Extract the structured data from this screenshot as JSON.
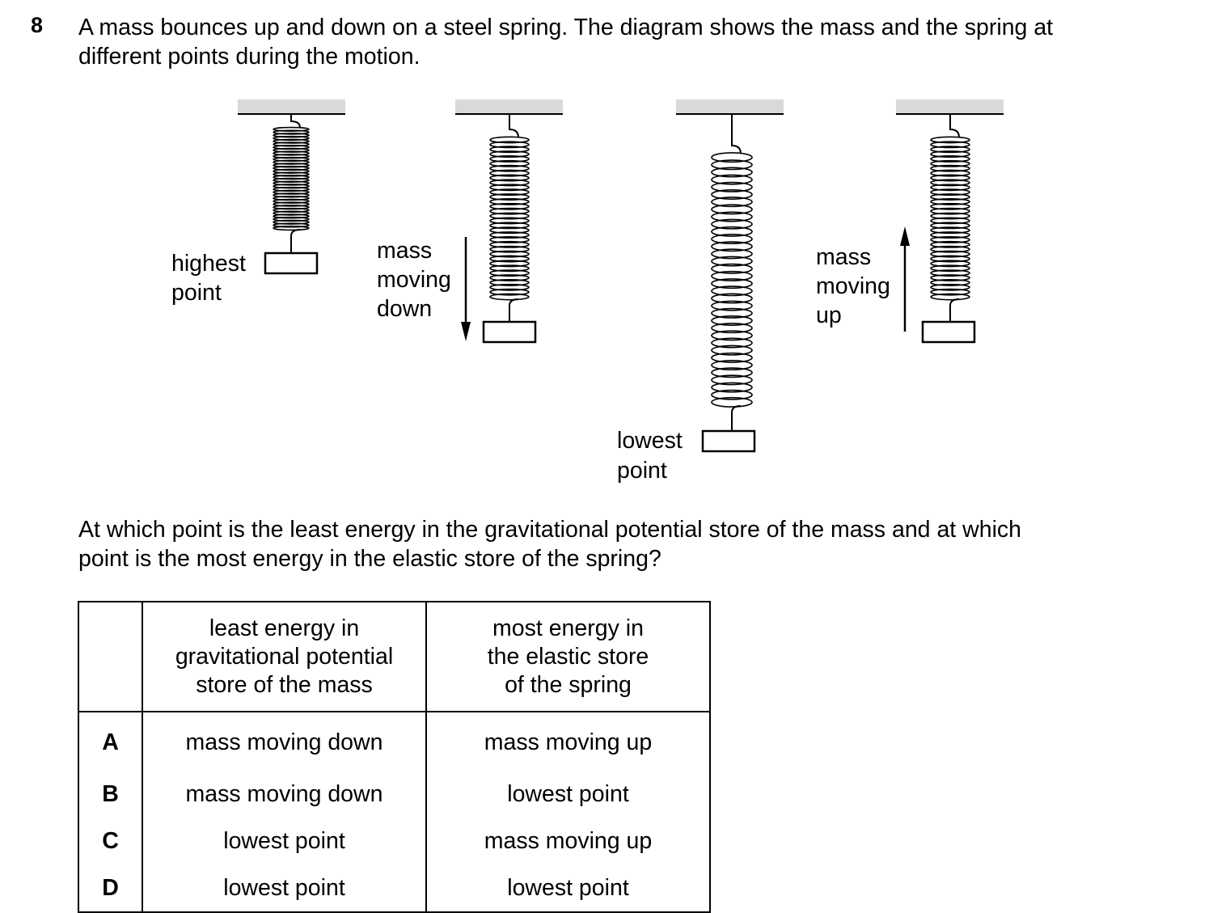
{
  "question": {
    "number": "8",
    "stem_line1": "A mass bounces up and down on a steel spring. The diagram shows the mass and the spring at",
    "stem_line2": "different points during the motion.",
    "prompt_line1": "At which point is the least energy in the gravitational potential store of the mass and at which",
    "prompt_line2": "point is the most energy in the elastic store of the spring?"
  },
  "diagram": {
    "labels": {
      "highest_1": "highest",
      "highest_2": "point",
      "down_1": "mass",
      "down_2": "moving",
      "down_3": "down",
      "lowest_1": "lowest",
      "lowest_2": "point",
      "up_1": "mass",
      "up_2": "moving",
      "up_3": "up"
    }
  },
  "table": {
    "header_col1": [
      "least energy in",
      "gravitational potential",
      "store of the mass"
    ],
    "header_col2": [
      "most energy in",
      "the elastic store",
      "of the spring"
    ],
    "rows": [
      {
        "letter": "A",
        "col1": "mass moving down",
        "col2": "mass moving up"
      },
      {
        "letter": "B",
        "col1": "mass moving down",
        "col2": "lowest point"
      },
      {
        "letter": "C",
        "col1": "lowest point",
        "col2": "mass moving up"
      },
      {
        "letter": "D",
        "col1": "lowest point",
        "col2": "lowest point"
      }
    ]
  }
}
